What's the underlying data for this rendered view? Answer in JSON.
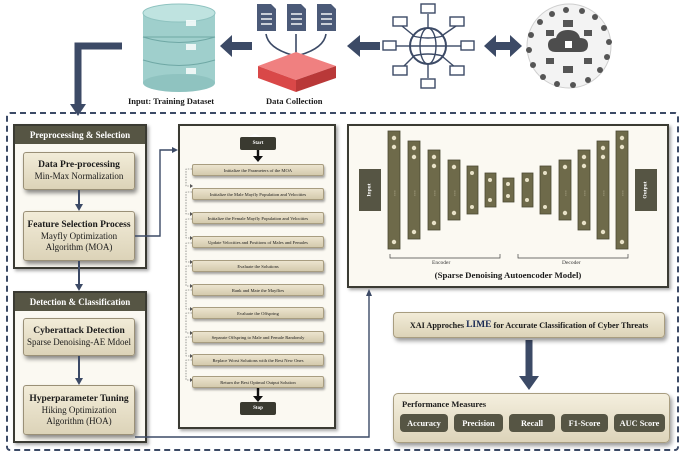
{
  "top": {
    "training_caption": "Input: Training Dataset",
    "collection_caption": "Data Collection"
  },
  "preprocessing": {
    "title": "Preprocessing & Selection",
    "card1_title": "Data Pre-processing",
    "card1_line1": "Min-Max Normalization",
    "card2_title": "Feature Selection Process",
    "card2_line1": "Mayfly Optimization",
    "card2_line2": "Algorithm (MOA)"
  },
  "detection": {
    "title": "Detection & Classification",
    "card1_title": "Cyberattack Detection",
    "card1_line1": "Sparse Denoising-AE Mdoel",
    "card2_title": "Hyperparameter Tuning",
    "card2_line1": "Hiking Optimization",
    "card2_line2": "Algorithm (HOA)"
  },
  "algorithm": {
    "start": "Start",
    "stop": "Stop",
    "steps": [
      "Initialize the Parameters of the MOA",
      "Initialize the Male Mayfly Population and Velocities",
      "Initialize the Female Mayfly Population and Velocities",
      "Update Velocities and Positions of Males and Females",
      "Evaluate the Solutions",
      "Rank and Mate the Mayflies",
      "Evaluate the Offspring",
      "Separate Offspring to Male and Female Randomly",
      "Replace Worst Solutions with the Best New Ones",
      "Return the Best Optimal Output Solution"
    ]
  },
  "autoencoder": {
    "input": "Input",
    "output": "Output",
    "encoder": "Encoder",
    "decoder": "Decoder",
    "title": "(Sparse Denoising Autoencoder Model)"
  },
  "xai": {
    "prefix": "XAI Approches ",
    "highlight": "LIME",
    "suffix": " for Accurate Classification of Cyber Threats"
  },
  "performance": {
    "title": "Performance Measures",
    "metrics": [
      "Accuracy",
      "Precision",
      "Recall",
      "F1-Score",
      "AUC Score"
    ]
  },
  "colors": {
    "navy": "#3c4a66",
    "olive": "#565544",
    "cylinder": "#9fcfcc",
    "doc": "#4b5a78",
    "red_box": "#e35a5a"
  }
}
